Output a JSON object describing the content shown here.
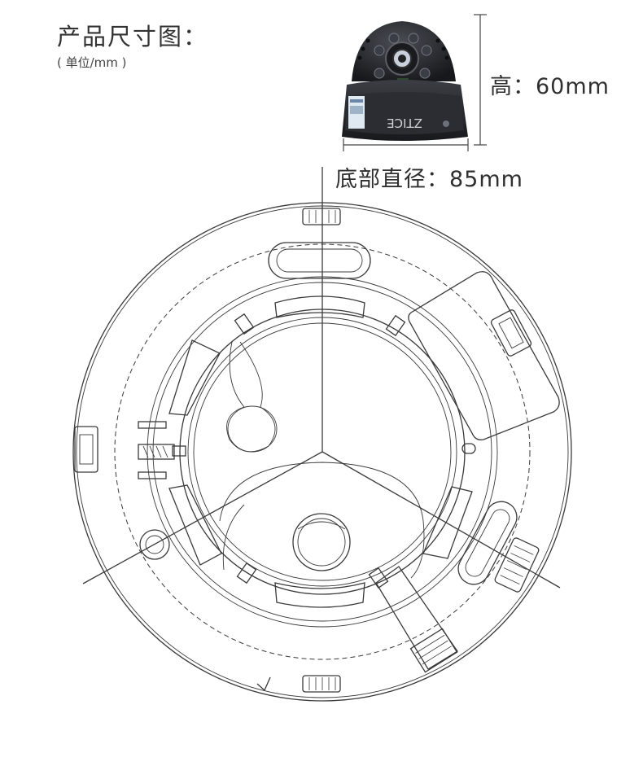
{
  "header": {
    "title": "产品尺寸图：",
    "unit_note": "( 单位/mm )"
  },
  "dimensions": {
    "height_label": "高：60mm",
    "base_diameter_label": "底部直径：85mm"
  },
  "camera_photo": {
    "brand_text": "ZTICE"
  },
  "icons": {
    "camera": "dome-camera-photo",
    "drawing": "base-bottom-view-drawing"
  },
  "colors": {
    "text": "#2f2f2f",
    "line": "#3a3a3a",
    "camera_body": "#2a2c30",
    "camera_label": "#dfe9f2"
  }
}
